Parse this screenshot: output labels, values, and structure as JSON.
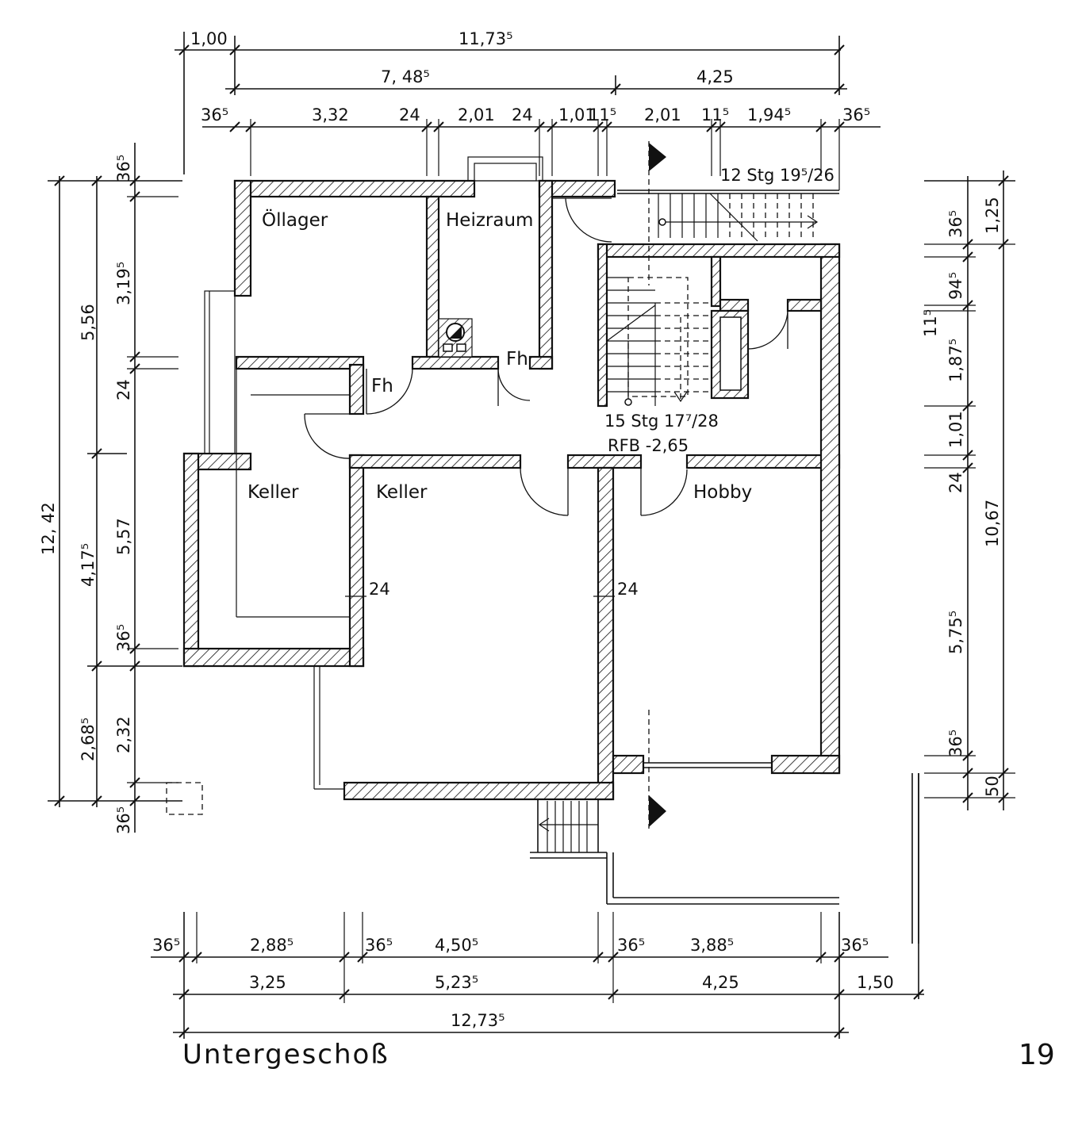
{
  "caption": "Untergeschoß",
  "page_number": "19",
  "rooms": {
    "oellager": "Öllager",
    "heizraum": "Heizraum",
    "keller_left": "Keller",
    "keller_mid": "Keller",
    "hobby": "Hobby",
    "fh1": "Fh",
    "fh2": "Fh"
  },
  "notes": {
    "stair_outer": "12 Stg 19⁵/26",
    "stair_inner": "15 Stg 17⁷/28",
    "rfb": "RFB  -2,65",
    "wall_24_a": "24",
    "wall_24_b": "24"
  },
  "dims": {
    "top1": [
      "1,00",
      "11,73⁵"
    ],
    "top2": [
      "7, 48⁵",
      "4,25"
    ],
    "top3": [
      "36⁵",
      "3,32",
      "24",
      "2,01",
      "24",
      "1,01",
      "11⁵",
      "2,01",
      "11⁵",
      "1,94⁵",
      "36⁵"
    ],
    "bottom1": [
      "36⁵",
      "2,88⁵",
      "36⁵",
      "4,50⁵",
      "36⁵",
      "3,88⁵",
      "36⁵"
    ],
    "bottom2": [
      "3,25",
      "5,23⁵",
      "4,25",
      "1,50"
    ],
    "bottom3": [
      "12,73⁵"
    ],
    "left_outer": "12, 42",
    "left_mid": [
      "5,56",
      "4,17⁵",
      "2,68⁵"
    ],
    "left_inner": [
      "36⁵",
      "3,19⁵",
      "24",
      "5,57",
      "36⁵",
      "2,32",
      "36⁵"
    ],
    "right_inner": [
      "36⁵",
      "94⁵",
      "11⁵",
      "1,87⁵",
      "1,01",
      "24",
      "5,75⁵",
      "36⁵",
      "50"
    ],
    "right_outer": [
      "1,25",
      "10,67"
    ]
  }
}
